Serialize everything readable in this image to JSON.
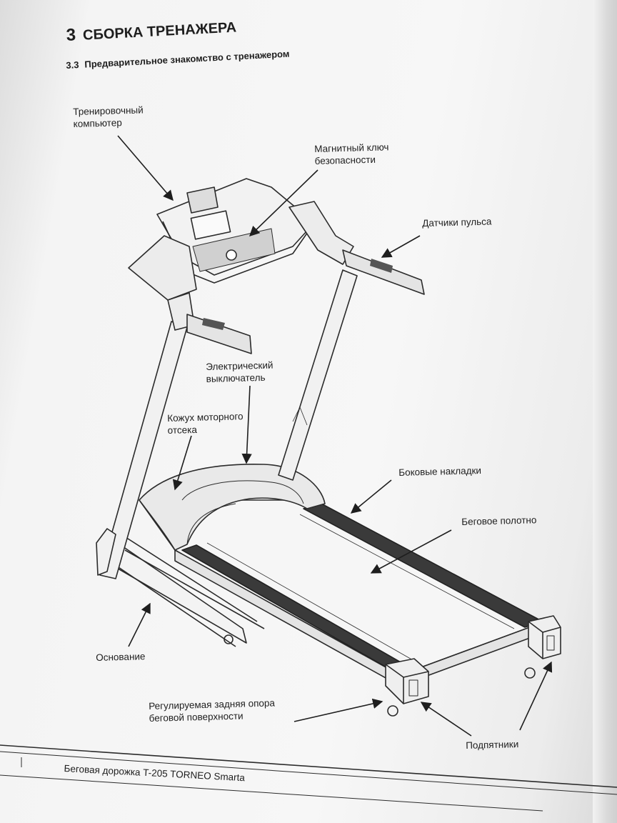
{
  "section": {
    "number": "3",
    "title": "СБОРКА ТРЕНАЖЕРА"
  },
  "subsection": {
    "number": "3.3",
    "title": "Предварительное знакомство с тренажером"
  },
  "labels": {
    "computer_l1": "Тренировочный",
    "computer_l2": "компьютер",
    "key_l1": "Магнитный ключ",
    "key_l2": "безопасности",
    "pulse": "Датчики пульса",
    "switch_l1": "Электрический",
    "switch_l2": "выключатель",
    "motor_l1": "Кожух моторного",
    "motor_l2": "отсека",
    "side": "Боковые накладки",
    "belt": "Беговое полотно",
    "base": "Основание",
    "rear_l1": "Регулируемая задняя опора",
    "rear_l2": "беговой поверхности",
    "pads": "Подпятники"
  },
  "footer": {
    "text": "Беговая дорожка T-205 TORNEO Smarta"
  }
}
